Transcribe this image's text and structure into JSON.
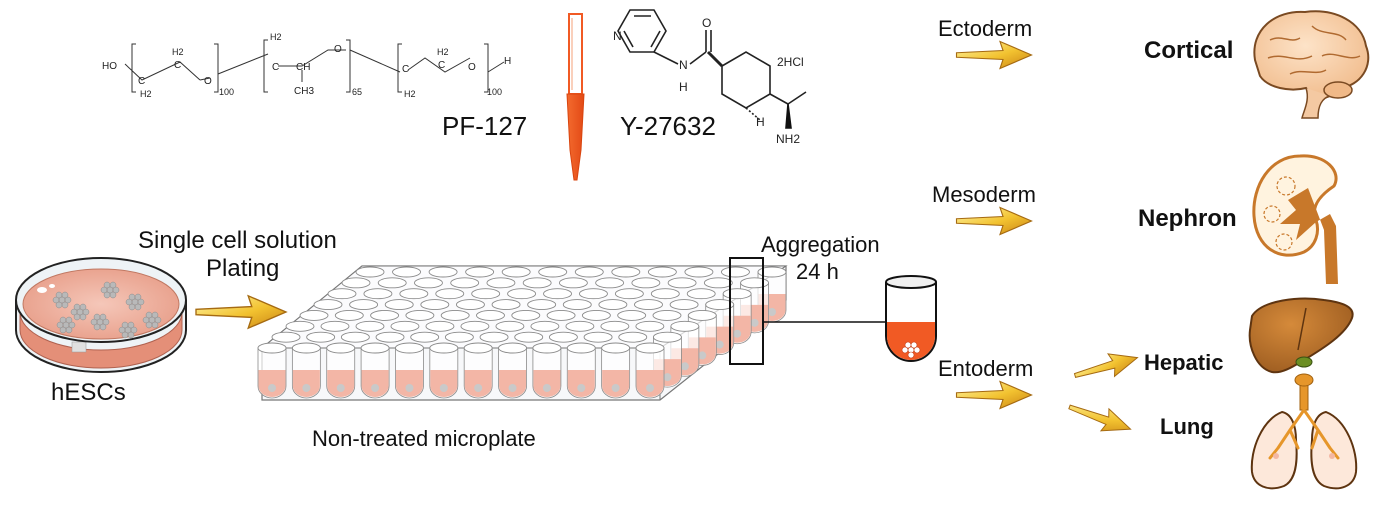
{
  "labels": {
    "pf127": "PF-127",
    "y27632": "Y-27632",
    "single_cell": "Single cell solution",
    "plating": "Plating",
    "hescs": "hESCs",
    "microplate": "Non-treated microplate",
    "aggregation": "Aggregation",
    "aggregation_time": "24 h"
  },
  "germ_layers": {
    "ectoderm": "Ectoderm",
    "mesoderm": "Mesoderm",
    "entoderm": "Entoderm"
  },
  "organoids": {
    "cortical": "Cortical",
    "nephron": "Nephron",
    "hepatic": "Hepatic",
    "lung": "Lung"
  },
  "pf127_formula": {
    "ho": "HO",
    "h2": "H2",
    "c": "C",
    "o": "O",
    "ch": "CH",
    "ch3": "CH3",
    "n100": "100",
    "n65": "65",
    "h": "H"
  },
  "y27632_formula": {
    "n": "N",
    "o": "O",
    "nh": "N",
    "h": "H",
    "salt": "2HCl",
    "nh2": "NH2"
  },
  "colors": {
    "medium": "#f3b6a6",
    "tip_fill": "#f15a24",
    "arrow_light": "#fff3a0",
    "arrow_dark": "#d9921a",
    "organ": "#c8782a"
  }
}
